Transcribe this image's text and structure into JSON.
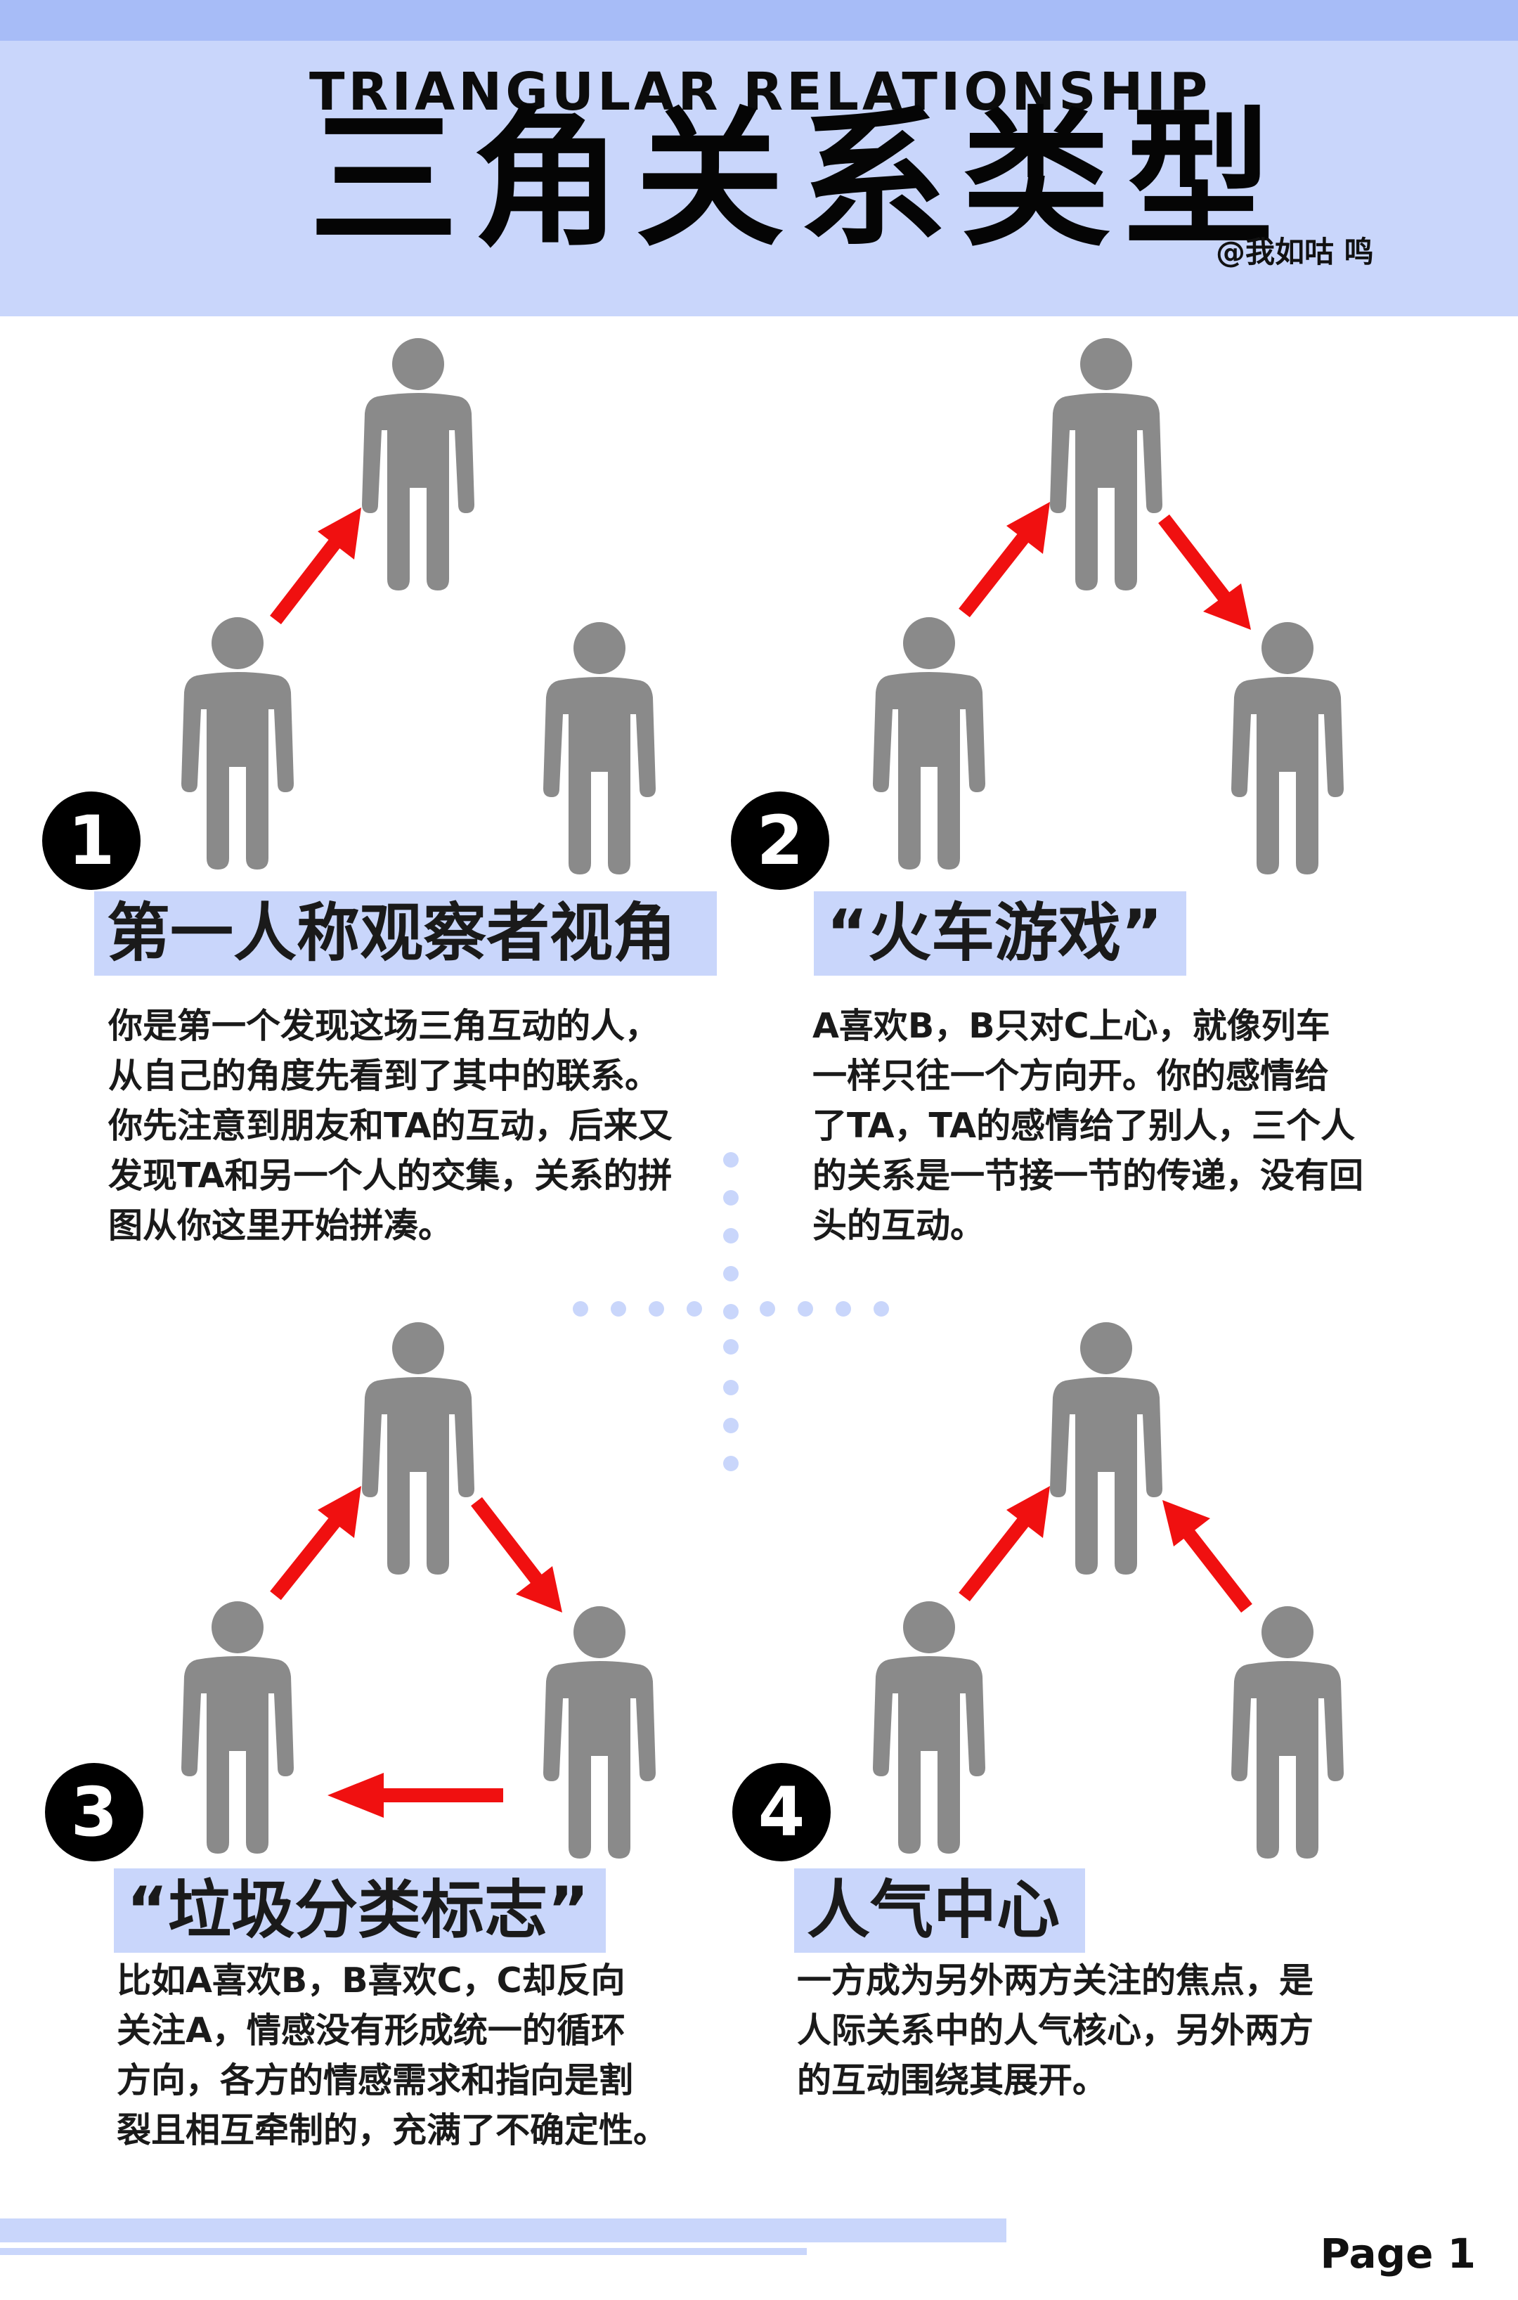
{
  "header": {
    "subtitle": "TRIANGULAR RELATIONSHIP",
    "title": "三角关系类型",
    "handle": "@我如咕 鸣"
  },
  "colors": {
    "header_bg": "#c9d6fb",
    "top_strip": "#a7bcf7",
    "figure": "#8a8a8a",
    "arrow": "#f01010",
    "dots": "#c9d6fb"
  },
  "sections": [
    {
      "number": "1",
      "title": "第一人称观察者视角",
      "lines": [
        "你是第一个发现这场三角互动的人，",
        "从自己的角度先看到了其中的联系。",
        "你先注意到朋友和TA的互动，后来又",
        "发现TA和另一个人的交集，关系的拼",
        "图从你这里开始拼凑。"
      ]
    },
    {
      "number": "2",
      "title": "“火车游戏”",
      "lines": [
        "A喜欢B，B只对C上心，就像列车",
        "一样只往一个方向开。你的感情给",
        "了TA，TA的感情给了别人，三个人",
        "的关系是一节接一节的传递，没有回",
        "头的互动。"
      ]
    },
    {
      "number": "3",
      "title": "“垃圾分类标志”",
      "lines": [
        "比如A喜欢B，B喜欢C，C却反向",
        "关注A，情感没有形成统一的循环",
        "方向，各方的情感需求和指向是割",
        "裂且相互牵制的，充满了不确定性。"
      ]
    },
    {
      "number": "4",
      "title": "人气中心",
      "lines": [
        "一方成为另外两方关注的焦点，是",
        "人际关系中的人气核心，另外两方",
        "的互动围绕其展开。"
      ]
    }
  ],
  "footer": {
    "page_label": "Page 1"
  }
}
